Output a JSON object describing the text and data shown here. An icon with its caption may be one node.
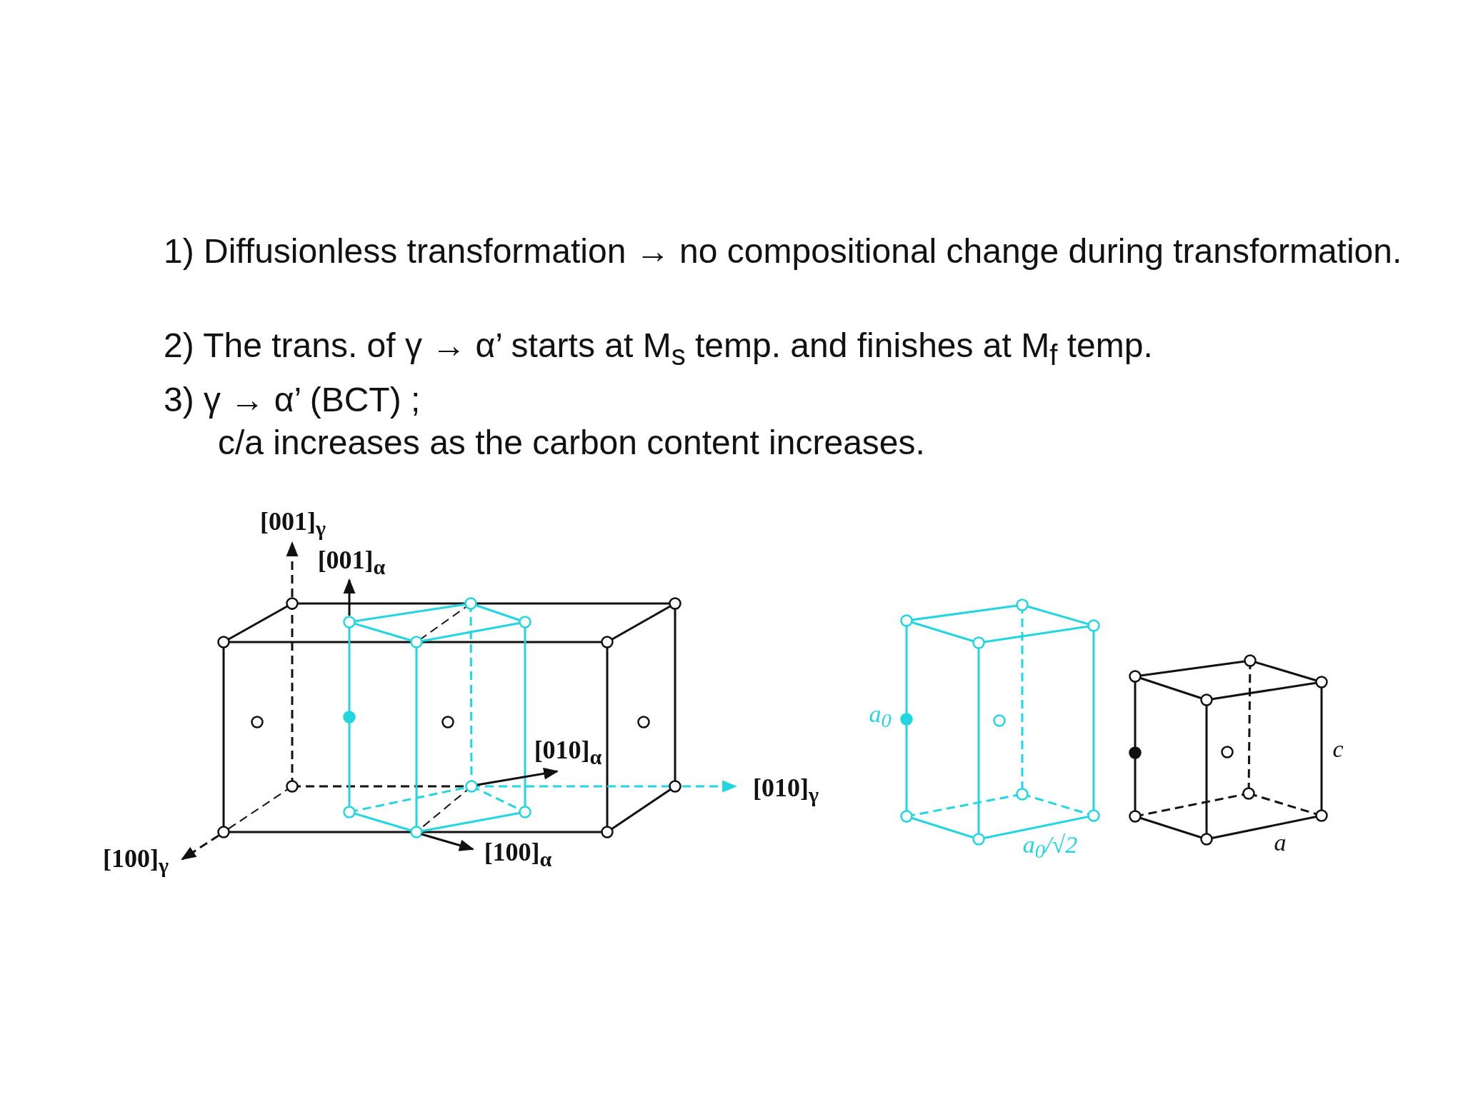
{
  "diagram": {
    "labels": [
      "1) Diffusionless transformation → no compositional change during transformation.",
      "2) The trans. of γ → α’ starts at M$_{s}$ temp. and finishes at M$_{f}$ temp.",
      "3) γ → α’ (BCT) ;",
      "c/a increases as the carbon content increases.",
      "[001]$_{γ}$",
      "[001]$_{α}$",
      "[010]$_{α}$",
      "[010]$_{γ}$",
      "a$_{0}$",
      "c",
      "[100]$_{γ}$",
      "[100]$_{α}$",
      "a$_{0}$/√2",
      "a"
    ]
  }
}
